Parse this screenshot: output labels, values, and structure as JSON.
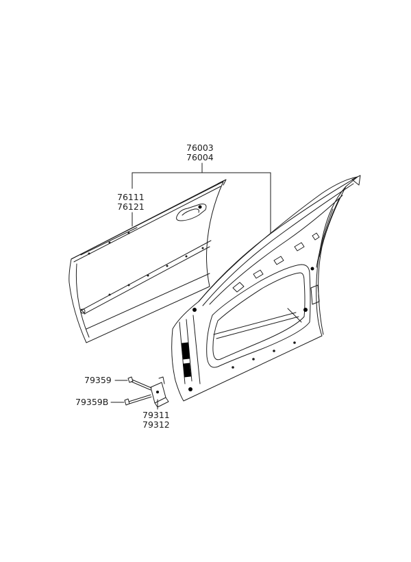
{
  "diagram": {
    "callouts": [
      {
        "id": "door-assembly",
        "numbers": [
          "76003",
          "76004"
        ]
      },
      {
        "id": "door-outer-panel",
        "numbers": [
          "76111",
          "76121"
        ]
      },
      {
        "id": "hinge-bolt",
        "numbers": [
          "79359"
        ]
      },
      {
        "id": "hinge-bolt-b",
        "numbers": [
          "79359B"
        ]
      },
      {
        "id": "door-hinge",
        "numbers": [
          "79311",
          "79312"
        ]
      }
    ]
  }
}
